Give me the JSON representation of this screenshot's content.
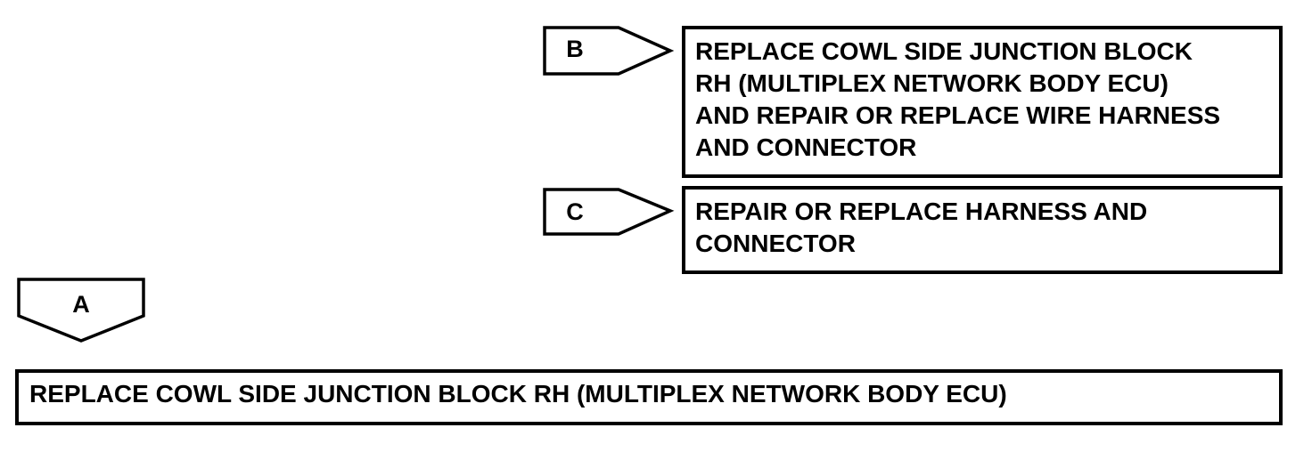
{
  "arrows": {
    "b": {
      "label": "B"
    },
    "c": {
      "label": "C"
    },
    "a": {
      "label": "A"
    }
  },
  "boxes": {
    "b": {
      "text": "REPLACE COWL SIDE JUNCTION BLOCK\nRH (MULTIPLEX NETWORK BODY ECU)\nAND REPAIR OR REPLACE WIRE HARNESS\nAND CONNECTOR"
    },
    "c": {
      "text": "REPAIR OR REPLACE HARNESS AND\nCONNECTOR"
    },
    "a": {
      "text": "REPLACE COWL SIDE JUNCTION BLOCK RH (MULTIPLEX NETWORK BODY ECU)"
    }
  }
}
